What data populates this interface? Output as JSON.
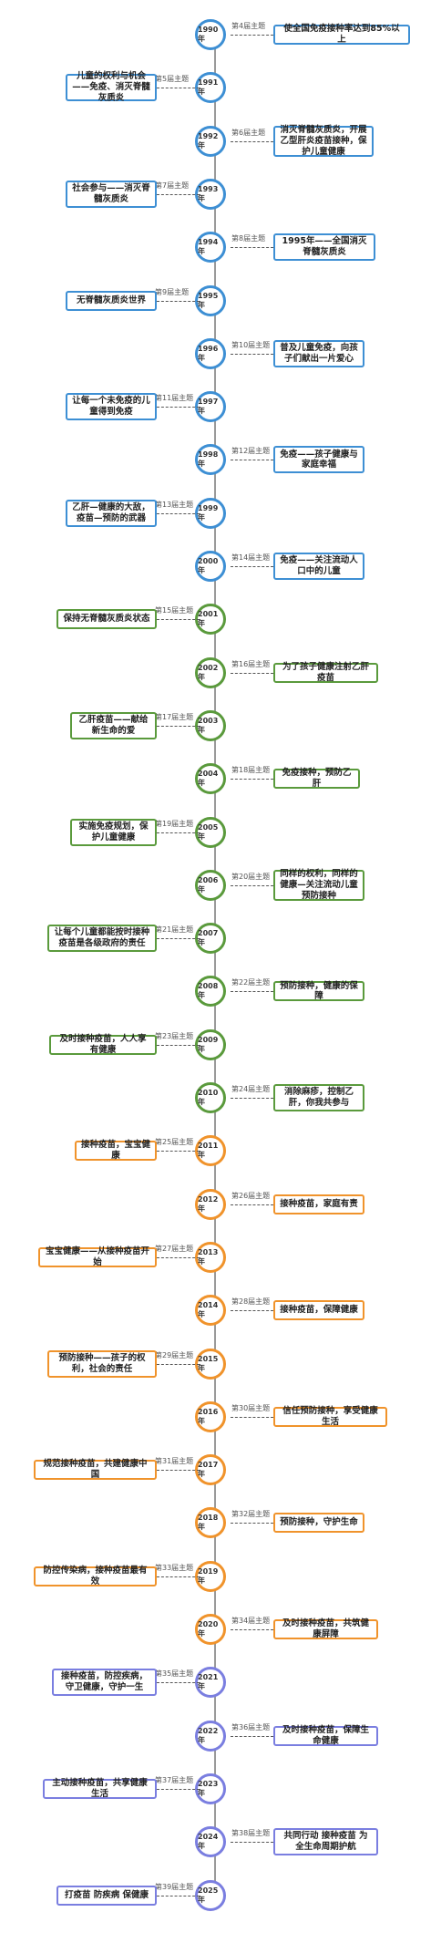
{
  "colors": {
    "blue": "#3d8fd4",
    "green": "#5a9a3c",
    "orange": "#f0932b",
    "purple": "#7a7ee0"
  },
  "entries": [
    {
      "year": "1990年",
      "topic": "第4届主题",
      "text": "使全国免疫接种率达到85%以上",
      "color": "blue"
    },
    {
      "year": "1991年",
      "topic": "第5届主题",
      "text": "儿童的权利与机会——免疫、消灭脊髓灰质炎",
      "color": "blue"
    },
    {
      "year": "1992年",
      "topic": "第6届主题",
      "text": "消灭脊髓灰质炎，开展乙型肝炎疫苗接种，保护儿童健康",
      "color": "blue"
    },
    {
      "year": "1993年",
      "topic": "第7届主题",
      "text": "社会参与——消灭脊髓灰质炎",
      "color": "blue"
    },
    {
      "year": "1994年",
      "topic": "第8届主题",
      "text": "1995年——全国消灭脊髓灰质炎",
      "color": "blue"
    },
    {
      "year": "1995年",
      "topic": "第9届主题",
      "text": "无脊髓灰质炎世界",
      "color": "blue"
    },
    {
      "year": "1996年",
      "topic": "第10届主题",
      "text": "普及儿童免疫，向孩子们献出一片爱心",
      "color": "blue"
    },
    {
      "year": "1997年",
      "topic": "第11届主题",
      "text": "让每一个未免疫的儿童得到免疫",
      "color": "blue"
    },
    {
      "year": "1998年",
      "topic": "第12届主题",
      "text": "免疫——孩子健康与家庭幸福",
      "color": "blue"
    },
    {
      "year": "1999年",
      "topic": "第13届主题",
      "text": "乙肝—健康的大敌，疫苗—预防的武器",
      "color": "blue"
    },
    {
      "year": "2000年",
      "topic": "第14届主题",
      "text": "免疫——关注流动人口中的儿童",
      "color": "blue"
    },
    {
      "year": "2001年",
      "topic": "第15届主题",
      "text": "保持无脊髓灰质炎状态",
      "color": "green"
    },
    {
      "year": "2002年",
      "topic": "第16届主题",
      "text": "为了孩子健康注射乙肝疫苗",
      "color": "green"
    },
    {
      "year": "2003年",
      "topic": "第17届主题",
      "text": "乙肝疫苗——献给新生命的爱",
      "color": "green"
    },
    {
      "year": "2004年",
      "topic": "第18届主题",
      "text": "免疫接种，预防乙肝",
      "color": "green"
    },
    {
      "year": "2005年",
      "topic": "第19届主题",
      "text": "实施免疫规划，保护儿童健康",
      "color": "green"
    },
    {
      "year": "2006年",
      "topic": "第20届主题",
      "text": "同样的权利，同样的健康—关注流动儿童预防接种",
      "color": "green"
    },
    {
      "year": "2007年",
      "topic": "第21届主题",
      "text": "让每个儿童都能按时接种疫苗是各级政府的责任",
      "color": "green"
    },
    {
      "year": "2008年",
      "topic": "第22届主题",
      "text": "预防接种，健康的保障",
      "color": "green"
    },
    {
      "year": "2009年",
      "topic": "第23届主题",
      "text": "及时接种疫苗，人人享有健康",
      "color": "green"
    },
    {
      "year": "2010年",
      "topic": "第24届主题",
      "text": "消除麻疹，控制乙肝，你我共参与",
      "color": "green"
    },
    {
      "year": "2011年",
      "topic": "第25届主题",
      "text": "接种疫苗，宝宝健康",
      "color": "orange"
    },
    {
      "year": "2012年",
      "topic": "第26届主题",
      "text": "接种疫苗，家庭有责",
      "color": "orange"
    },
    {
      "year": "2013年",
      "topic": "第27届主题",
      "text": "宝宝健康——从接种疫苗开始",
      "color": "orange"
    },
    {
      "year": "2014年",
      "topic": "第28届主题",
      "text": "接种疫苗，保障健康",
      "color": "orange"
    },
    {
      "year": "2015年",
      "topic": "第29届主题",
      "text": "预防接种——孩子的权利，社会的责任",
      "color": "orange"
    },
    {
      "year": "2016年",
      "topic": "第30届主题",
      "text": "信任预防接种，享受健康生活",
      "color": "orange"
    },
    {
      "year": "2017年",
      "topic": "第31届主题",
      "text": "规范接种疫苗，共建健康中国",
      "color": "orange"
    },
    {
      "year": "2018年",
      "topic": "第32届主题",
      "text": "预防接种，守护生命",
      "color": "orange"
    },
    {
      "year": "2019年",
      "topic": "第33届主题",
      "text": "防控传染病，接种疫苗最有效",
      "color": "orange"
    },
    {
      "year": "2020年",
      "topic": "第34届主题",
      "text": "及时接种疫苗，共筑健康屏障",
      "color": "orange"
    },
    {
      "year": "2021年",
      "topic": "第35届主题",
      "text": "接种疫苗，防控疾病，守卫健康，守护一生",
      "color": "purple"
    },
    {
      "year": "2022年",
      "topic": "第36届主题",
      "text": "及时接种疫苗，保障生命健康",
      "color": "purple"
    },
    {
      "year": "2023年",
      "topic": "第37届主题",
      "text": "主动接种疫苗，共享健康生活",
      "color": "purple"
    },
    {
      "year": "2024年",
      "topic": "第38届主题",
      "text": "共同行动 接种疫苗 为全生命周期护航",
      "color": "purple"
    },
    {
      "year": "2025年",
      "topic": "第39届主题",
      "text": "打疫苗 防疾病 保健康",
      "color": "purple"
    }
  ]
}
